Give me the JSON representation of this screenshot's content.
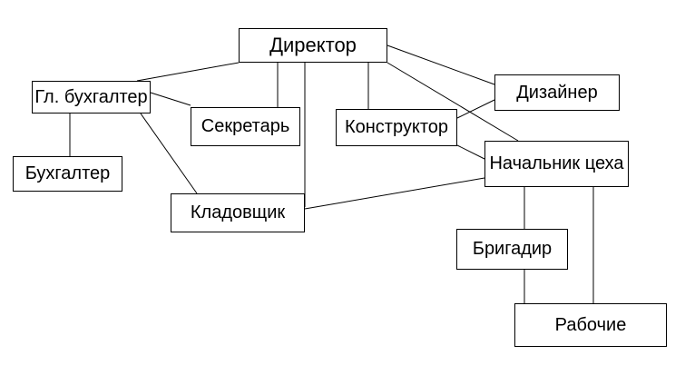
{
  "nodes": {
    "director": "Директор",
    "chief_accountant": "Гл. бухгалтер",
    "secretary": "Секретарь",
    "designer": "Дизайнер",
    "constructor": "Конструктор",
    "shop_head": "Начальник цеха",
    "accountant": "Бухгалтер",
    "storekeeper": "Кладовщик",
    "foreman": "Бригадир",
    "workers": "Рабочие"
  },
  "line_color": "#000000"
}
